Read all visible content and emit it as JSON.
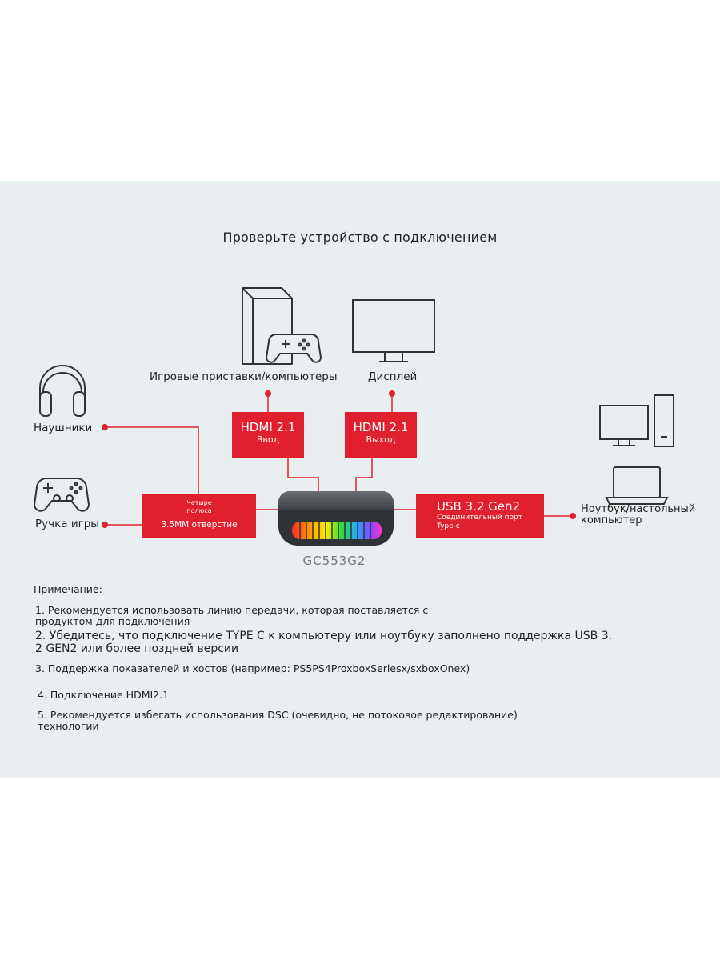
{
  "title": "Проверьте устройство с подключением",
  "devices": {
    "console": "Игровые приставки/компьютеры",
    "display": "Дисплей",
    "headphones": "Наушники",
    "gamepad": "Ручка игры",
    "laptop_line1": "Ноутбук/настольный",
    "laptop_line2": "компьютер"
  },
  "ports": {
    "hdmi_in": {
      "name": "HDMI 2.1",
      "sub": "Ввод"
    },
    "hdmi_out": {
      "name": "HDMI 2.1",
      "sub": "Выход"
    },
    "audio": {
      "line1": "Четыре",
      "line2": "полюса",
      "name": "3.5MM отверстие"
    },
    "usb": {
      "name": "USB 3.2 Gen2",
      "line1": "Соединительный порт",
      "line2": "Type-c"
    }
  },
  "model": "GC553G2",
  "notes": {
    "heading": "Примечание:",
    "n1_line1": "1. Рекомендуется использовать линию передачи, которая поставляется с",
    "n1_line2": "продуктом для подключения",
    "n2_line1": "2. Убедитесь, что подключение TYPE C к компьютеру или ноутбуку заполнено поддержка USB 3.",
    "n2_line2": "2 GEN2 или более поздней версии",
    "n3": "3. Поддержка показателей и хостов (например: PS5PS4ProxboxSeriesx/sxboxOnex)",
    "n4": "4. Подключение HDMI2.1",
    "n5_line1": "5. Рекомендуется избегать использования DSC (очевидно, не потоковое редактирование)",
    "n5_line2": "технологии"
  },
  "colors": {
    "accent": "#e0202e",
    "panel": "#e9eef0",
    "icon": "#333333"
  }
}
